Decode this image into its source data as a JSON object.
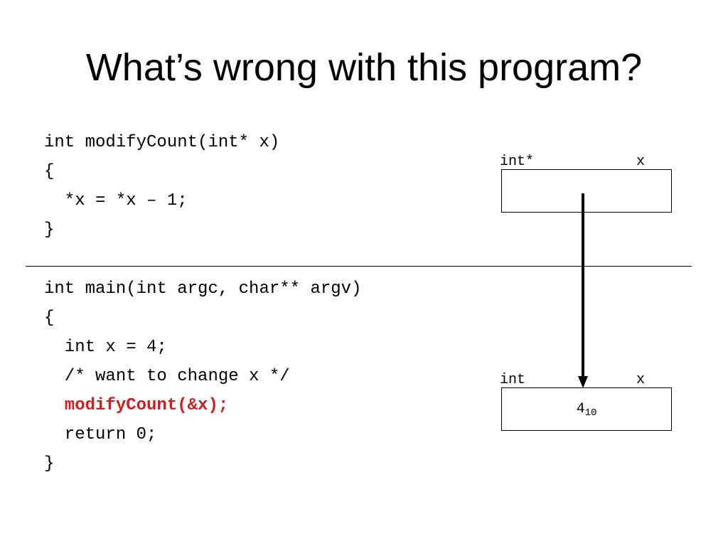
{
  "slide": {
    "title": "What’s wrong with this program?"
  },
  "code": {
    "function_lines": [
      "int modifyCount(int* x)",
      "{",
      "  *x = *x – 1;",
      "}"
    ],
    "main_lines": [
      "int main(int argc, char** argv)",
      "{",
      "  int x = 4;",
      "  /* want to change x */",
      "  modifyCount(&x);",
      "  return 0;",
      "}"
    ],
    "highlight_color": "#cc1f1f"
  },
  "memory": {
    "pointer_var": {
      "type": "int*",
      "name": "x",
      "value": ""
    },
    "int_var": {
      "type": "int",
      "name": "x",
      "value": "4",
      "value_subscript": "10"
    }
  }
}
